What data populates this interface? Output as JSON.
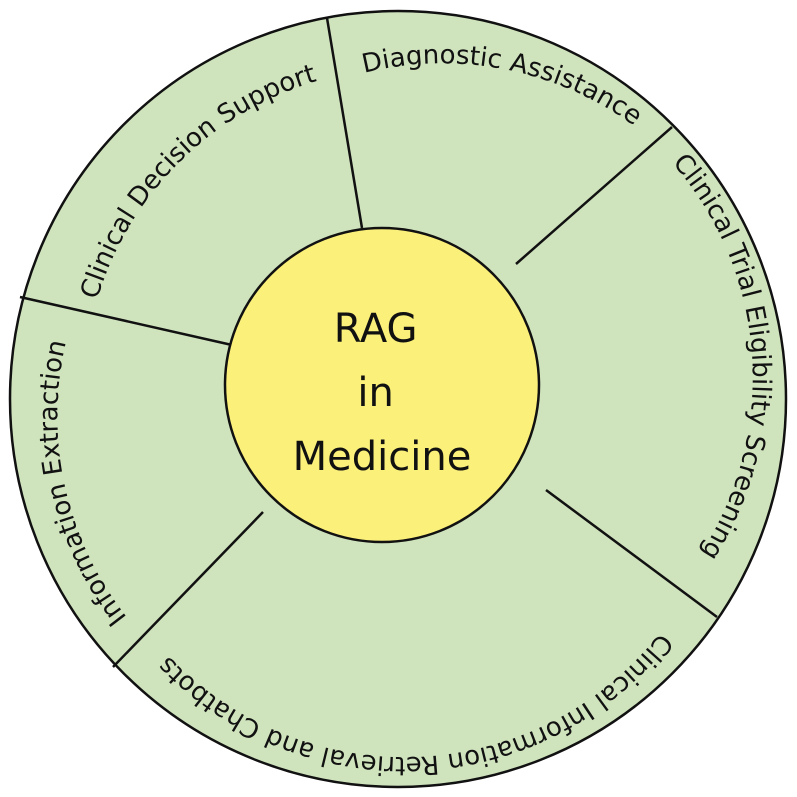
{
  "diagram": {
    "center": {
      "lines": [
        "RAG",
        "in",
        "Medicine"
      ]
    },
    "segments": [
      {
        "label": "Clinical Decision Support"
      },
      {
        "label": "Diagnostic Assistance"
      },
      {
        "label": "Clinical Trial Eligibility Screening"
      },
      {
        "label": "Clinical Information Retrieval and Chatbots"
      },
      {
        "label": "Information Extraction"
      }
    ],
    "colors": {
      "ring_fill": "#cfe3bd",
      "center_fill": "#fbf07a",
      "stroke": "#111111"
    }
  }
}
